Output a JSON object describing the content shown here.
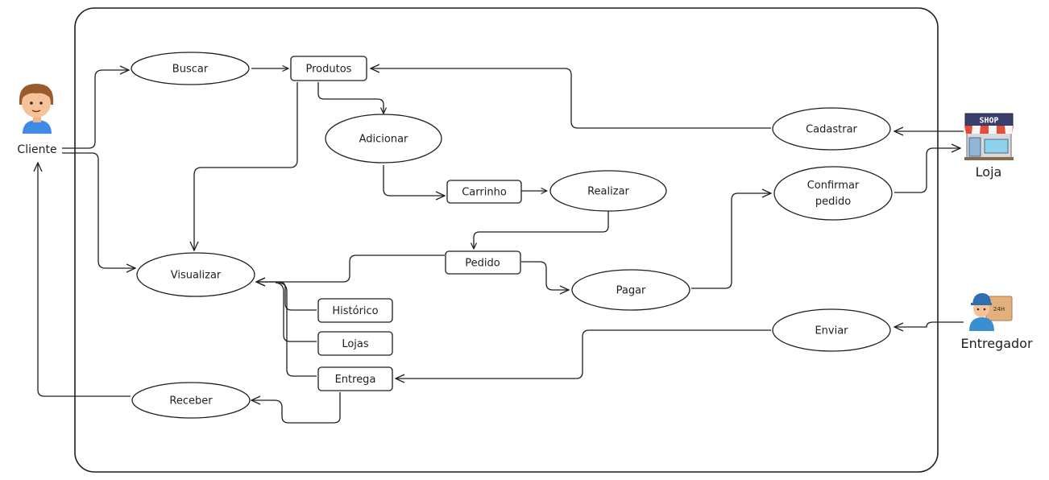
{
  "actors": {
    "cliente": "Cliente",
    "loja": "Loja",
    "entregador": "Entregador"
  },
  "shop_sign": "SHOP",
  "box_sign": "24H",
  "use_cases": {
    "buscar": "Buscar",
    "adicionar": "Adicionar",
    "realizar": "Realizar",
    "visualizar": "Visualizar",
    "pagar": "Pagar",
    "receber": "Receber",
    "cadastrar": "Cadastrar",
    "confirmar_line1": "Confirmar",
    "confirmar_line2": "pedido",
    "enviar": "Enviar"
  },
  "entities": {
    "produtos": "Produtos",
    "carrinho": "Carrinho",
    "pedido": "Pedido",
    "historico": "Histórico",
    "lojas": "Lojas",
    "entrega": "Entrega"
  }
}
